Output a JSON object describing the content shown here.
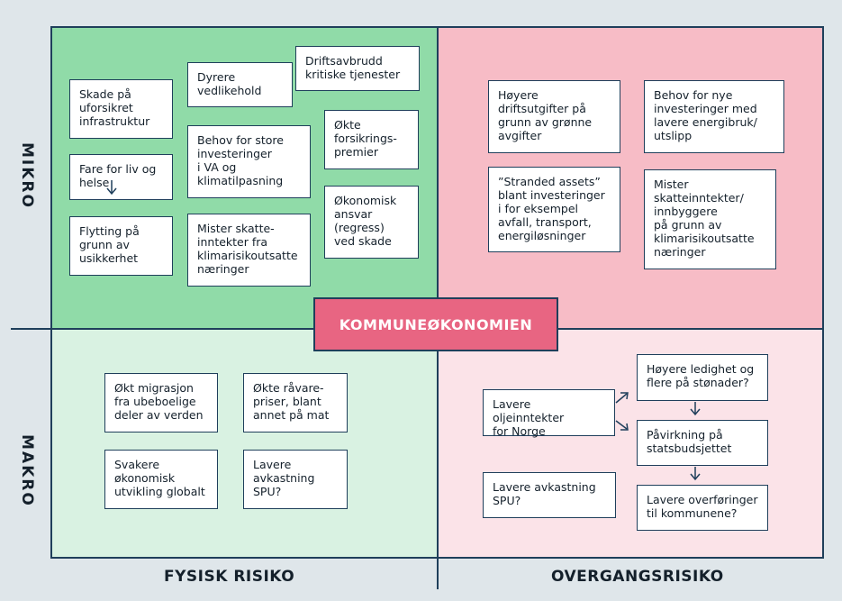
{
  "axes": {
    "mikro": "MIKRO",
    "makro": "MAKRO",
    "fysisk": "FYSISK RISIKO",
    "overgang": "OVERGANGSRISIKO"
  },
  "center_label": "KOMMUNEØKONOMIEN",
  "colors": {
    "fysisk_mikro": "#90dba8",
    "overgang_mikro": "#f7bcc6",
    "fysisk_makro": "#d9f2e2",
    "overgang_makro": "#fbe3e8",
    "center": "#e86582",
    "border": "#1f3f5b"
  },
  "boxes": {
    "skade": "Skade på\nuforsikret\ninfrastruktur",
    "dyrere": "Dyrere\nvedlikehold",
    "driftsavbrudd": "Driftsavbrudd\nkritiske tjenester",
    "fare": "Fare for liv og\nhelse",
    "flytting": "Flytting på\ngrunn av\nusikkerhet",
    "behov_store": "Behov for store\ninvesteringer\ni VA og\nklimatilpasning",
    "okte_forsikring": "Økte\nforsikrings-\npremier",
    "mister_fysisk": "Mister skatte-\ninntekter fra\nklimarisikoutsatte\nnæringer",
    "okonomisk_ansvar": "Økonomisk\nansvar\n(regress)\nved skade",
    "hoyere_drift": "Høyere\ndriftsutgifter på\ngrunn av grønne\navgifter",
    "behov_nye": "Behov for nye\ninvesteringer med\nlavere energibruk/\nutslipp",
    "stranded": "”Stranded assets”\nblant investeringer\ni for eksempel\navfall, transport,\nenergiløsninger",
    "mister_overgang": "Mister\nskatteinntekter/\ninnbyggere\npå grunn av\nklimarisikoutsatte\nnæringer",
    "migrasjon": "Økt migrasjon\nfra ubeboelige\ndeler av verden",
    "ravarepriser": "Økte råvare-\npriser, blant\nannet på mat",
    "svakere": "Svakere\nøkonomisk\nutvikling globalt",
    "lavere_spu_fysisk": "Lavere\navkastning\nSPU?",
    "oljeinntekter": "Lavere oljeinntekter\nfor Norge",
    "ledighet": "Høyere ledighet og\nflere på stønader?",
    "statsbudsjett": "Påvirkning på\nstatsbudsjettet",
    "lavere_spu_overgang": "Lavere avkastning\nSPU?",
    "overforinger": "Lavere overføringer\ntil kommunene?"
  }
}
